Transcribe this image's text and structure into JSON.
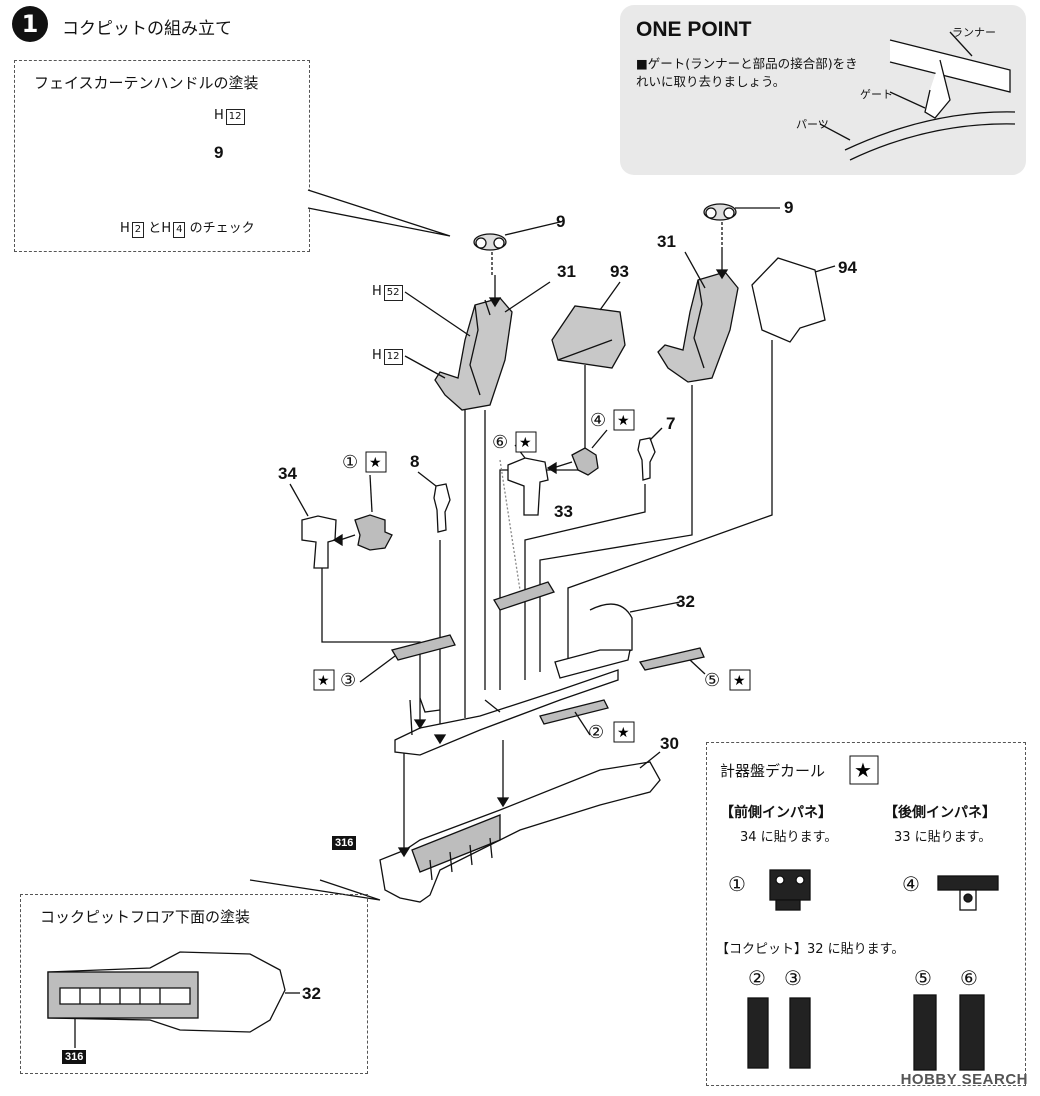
{
  "header": {
    "step_number": "1",
    "title": "コクピットの組み立て"
  },
  "face_curtain_box": {
    "title": "フェイスカーテンハンドルの塗装",
    "h_label": "H",
    "h_code": "12",
    "part_number": "9",
    "check_h": "H",
    "check_code1": "2",
    "check_and": "と",
    "check_code2": "4",
    "check_suffix": "のチェック"
  },
  "one_point": {
    "title": "ONE POINT",
    "text": "■ゲート(ランナーと部品の接合部)をきれいに取り去りましょう。",
    "runner_label": "ランナー",
    "gate_label": "ゲート",
    "part_label": "パーツ"
  },
  "main_parts": {
    "p9_left": "9",
    "p9_right": "9",
    "p31_left": "31",
    "p31_right": "31",
    "p93": "93",
    "p94": "94",
    "h52_h": "H",
    "h52_code": "52",
    "h12_h": "H",
    "h12_code": "12",
    "p34": "34",
    "p8": "8",
    "p7": "7",
    "p33": "33",
    "p32": "32",
    "p30": "30",
    "decal1": "①",
    "decal2": "②",
    "decal3": "③",
    "decal4": "④",
    "decal5": "⑤",
    "decal6": "⑥",
    "badge316": "316"
  },
  "floor_box": {
    "title": "コックピットフロア下面の塗装",
    "p32": "32",
    "badge316": "316"
  },
  "decal_box": {
    "title": "計器盤デカール",
    "front_title": "【前側インパネ】",
    "front_sub": "34 に貼ります。",
    "rear_title": "【後側インパネ】",
    "rear_sub": "33 に貼ります。",
    "n1": "①",
    "n4": "④",
    "cockpit_title": "【コクピット】32 に貼ります。",
    "n2": "②",
    "n3": "③",
    "n5": "⑤",
    "n6": "⑥"
  },
  "watermark": "HOBBY SEARCH",
  "colors": {
    "ink": "#111111",
    "panel_gray": "#e9e9e9",
    "part_gray": "#bdbdbd"
  }
}
